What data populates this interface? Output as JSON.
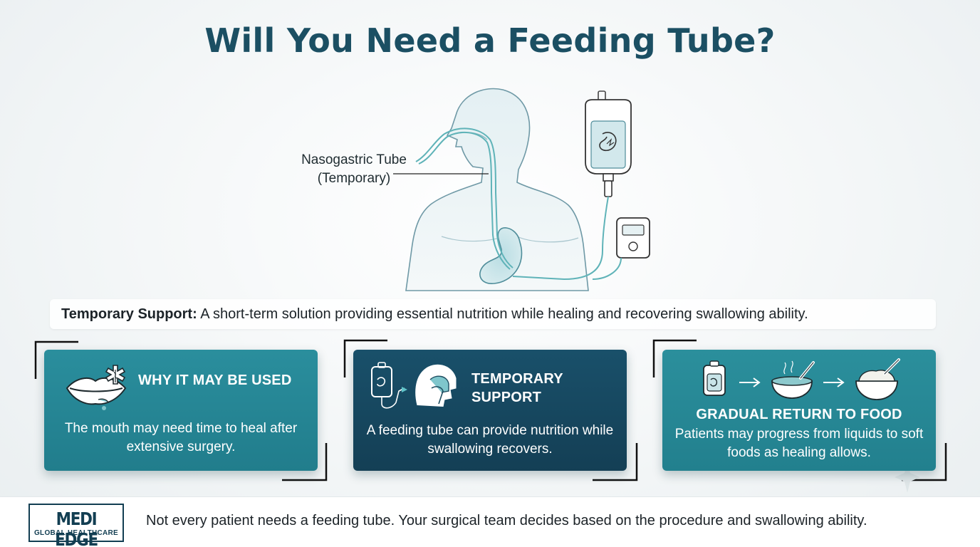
{
  "title": "Will You Need a Feeding Tube?",
  "illustration": {
    "tube_label_line1": "Nasogastric Tube",
    "tube_label_line2": "(Temporary)"
  },
  "support_bar": {
    "label": "Temporary Support:",
    "text": " A short-term solution providing essential nutrition while healing and recovering swallowing ability."
  },
  "cards": [
    {
      "heading": "WHY IT MAY BE USED",
      "body": "The mouth may need time to heal after extensive surgery.",
      "icon": "mouth-medical-icon"
    },
    {
      "heading_line1": "TEMPORARY",
      "heading_line2": "SUPPORT",
      "body": "A feeding tube can provide nutrition while swallowing recovers.",
      "icon": "feeding-bag-head-icon"
    },
    {
      "heading": "GRADUAL RETURN TO FOOD",
      "body": "Patients may progress from liquids to soft foods as healing allows.",
      "icon": "liquid-to-soft-food-icon"
    }
  ],
  "footer": {
    "logo_main": "MEDI EDGE",
    "logo_sub": "GLOBAL HEALTHCARE",
    "note": "Not every patient needs a feeding tube. Your surgical team decides based on the procedure and swallowing ability."
  },
  "colors": {
    "title": "#1b4f63",
    "card_teal": "#2a8e9d",
    "card_navy": "#19506a",
    "logo_navy": "#123e52",
    "tube_line": "#5fb3b8"
  }
}
